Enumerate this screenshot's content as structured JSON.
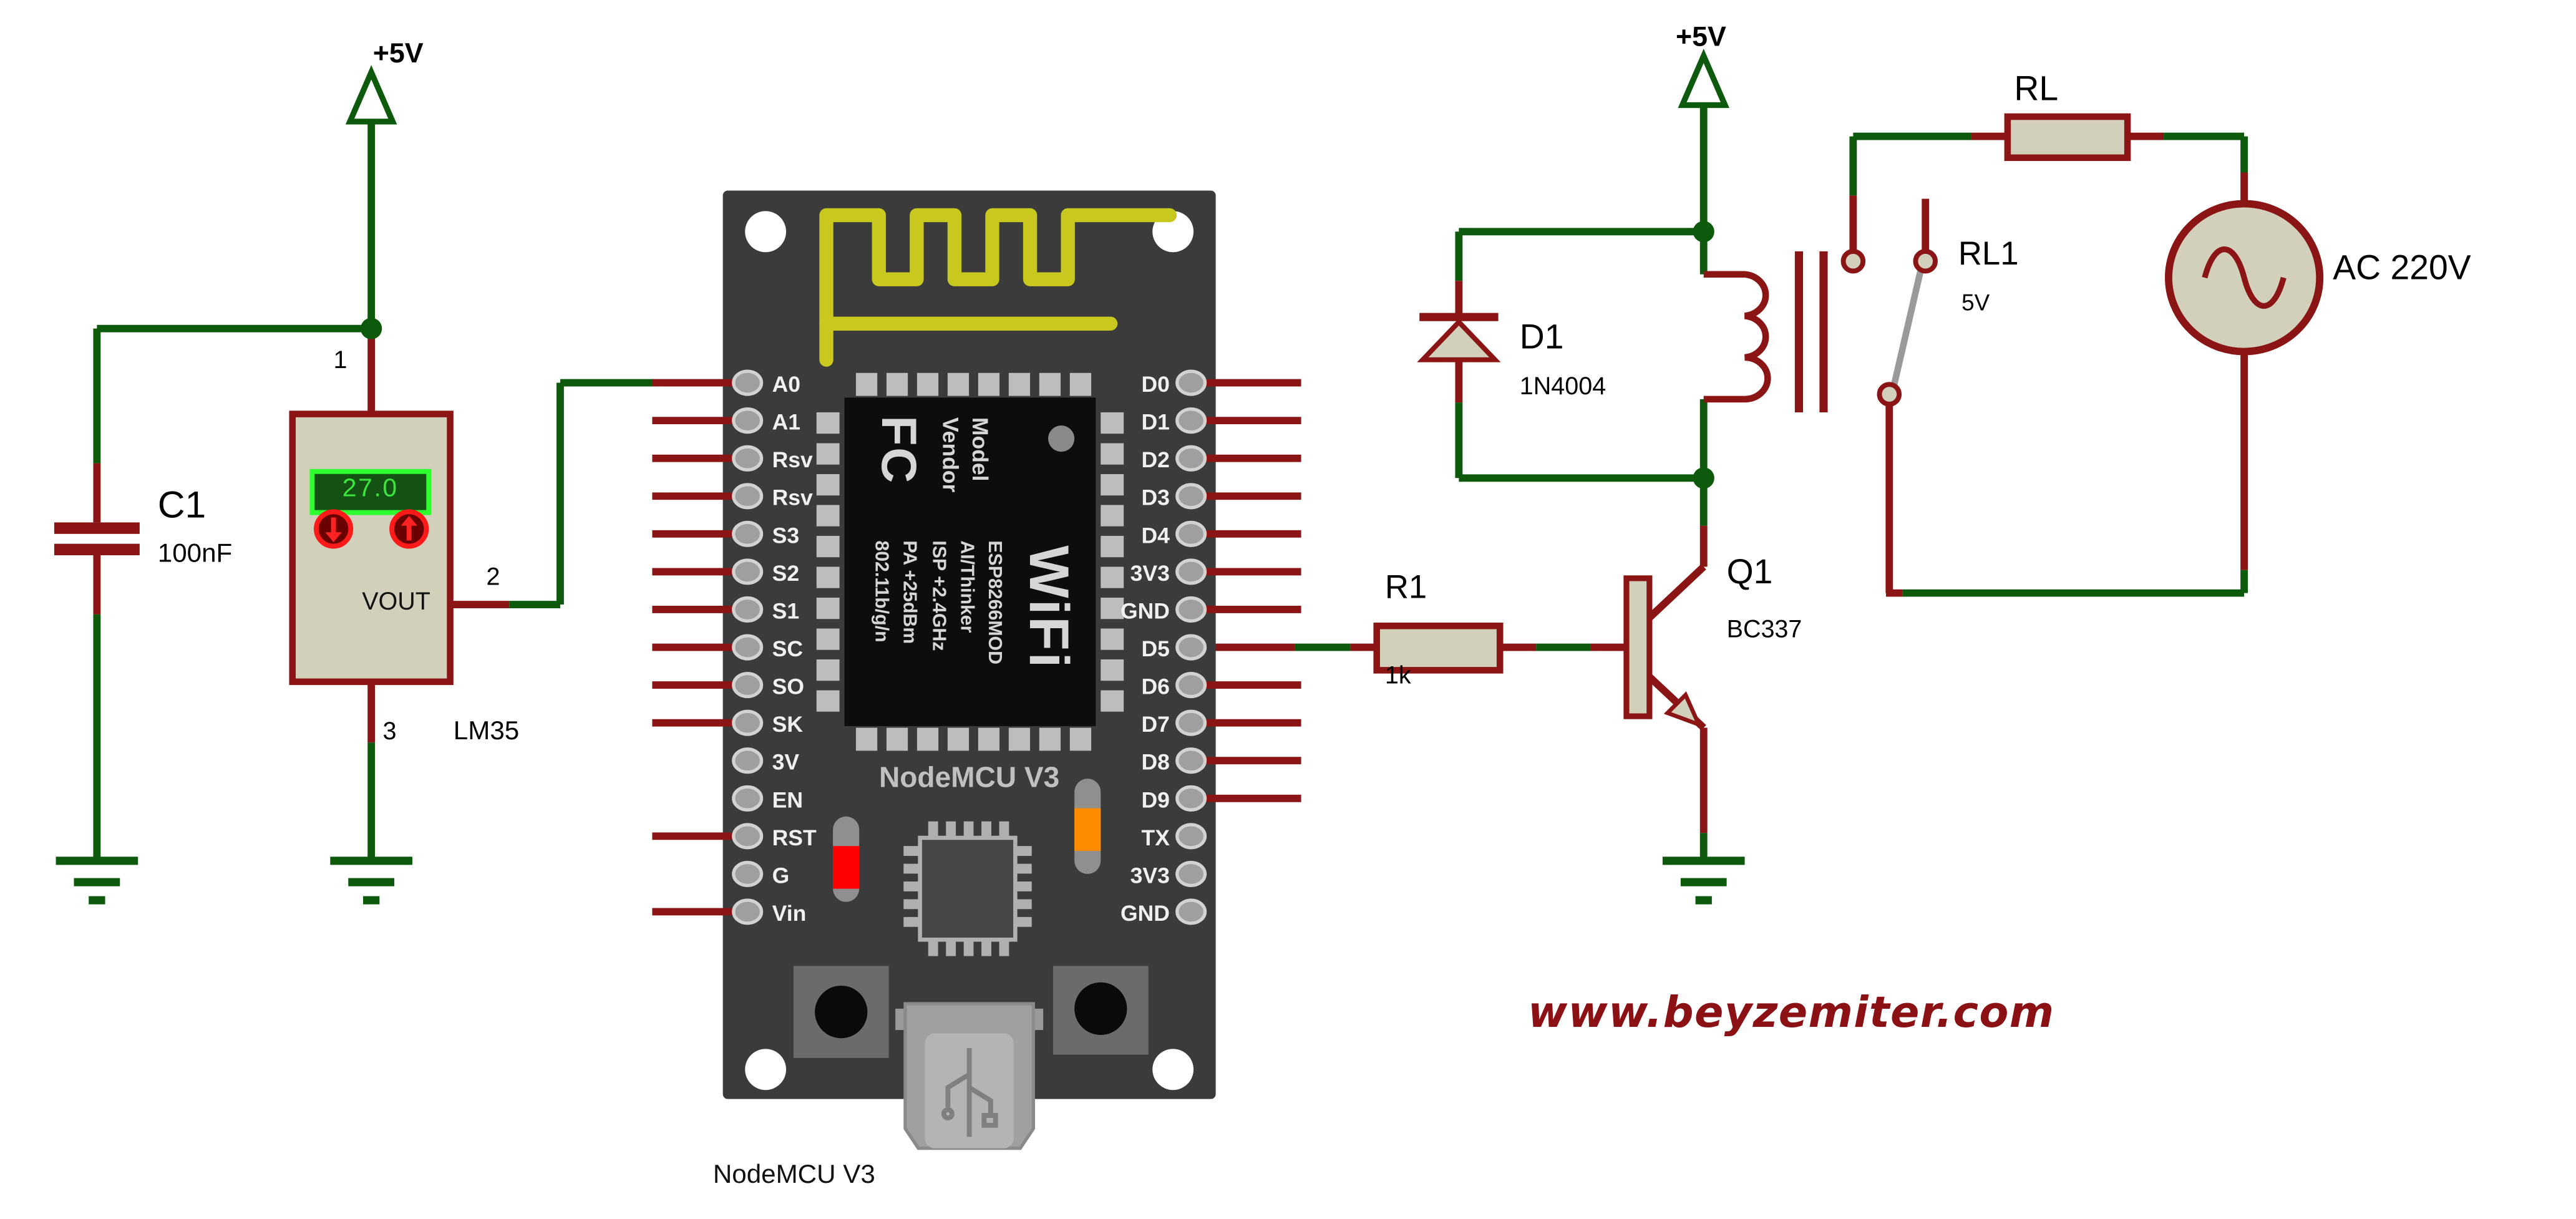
{
  "colors": {
    "wire_green": "#0d5a0d",
    "wire_red": "#8b1515",
    "component_fill_tan": "#d2cfba",
    "board_gray": "#3b3b3b",
    "antenna_yellow": "#c8c81e",
    "display_green": "#3ce53c",
    "led_red": "#ff0000",
    "led_orange": "#ff8c00",
    "watermark_red": "#8c1115"
  },
  "power": {
    "rail_left": "+5V",
    "rail_right": "+5V"
  },
  "capacitor": {
    "ref": "C1",
    "value": "100nF"
  },
  "lm35": {
    "display": "27.0",
    "vout": "VOUT",
    "ref": "LM35",
    "pin1": "1",
    "pin2": "2",
    "pin3": "3"
  },
  "nodemcu": {
    "board_label": "NodeMCU V3",
    "caption": "NodeMCU V3",
    "left_pins": [
      {
        "label": "A0",
        "stub": "red"
      },
      {
        "label": "A1",
        "stub": "red"
      },
      {
        "label": "Rsv",
        "stub": "red"
      },
      {
        "label": "Rsv",
        "stub": "red"
      },
      {
        "label": "S3",
        "stub": "red"
      },
      {
        "label": "S2",
        "stub": "red"
      },
      {
        "label": "S1",
        "stub": "red"
      },
      {
        "label": "SC",
        "stub": "red"
      },
      {
        "label": "SO",
        "stub": "red"
      },
      {
        "label": "SK",
        "stub": "red"
      },
      {
        "label": "3V",
        "stub": "none"
      },
      {
        "label": "EN",
        "stub": "none"
      },
      {
        "label": "RST",
        "stub": "red"
      },
      {
        "label": "G",
        "stub": "none"
      },
      {
        "label": "Vin",
        "stub": "red"
      }
    ],
    "right_pins": [
      {
        "label": "D0",
        "stub": "red"
      },
      {
        "label": "D1",
        "stub": "red"
      },
      {
        "label": "D2",
        "stub": "red"
      },
      {
        "label": "D3",
        "stub": "red"
      },
      {
        "label": "D4",
        "stub": "red"
      },
      {
        "label": "3V3",
        "stub": "red"
      },
      {
        "label": "GND",
        "stub": "red"
      },
      {
        "label": "D5",
        "stub": "wire"
      },
      {
        "label": "D6",
        "stub": "red"
      },
      {
        "label": "D7",
        "stub": "red"
      },
      {
        "label": "D8",
        "stub": "red"
      },
      {
        "label": "D9",
        "stub": "red"
      },
      {
        "label": "TX",
        "stub": "none"
      },
      {
        "label": "3V3",
        "stub": "none"
      },
      {
        "label": "GND",
        "stub": "none"
      }
    ],
    "chip": {
      "logo": "FC",
      "field_lines": "Model\nVendor",
      "spec_lines": "ESP8266MOD\nAI/Thinker\nISP +2.4GHz\nPA +25dBm\n802.11b/g/n",
      "wifi": "WiFi"
    }
  },
  "resistor_r1": {
    "ref": "R1",
    "value": "1k"
  },
  "transistor_q1": {
    "ref": "Q1",
    "value": "BC337"
  },
  "diode_d1": {
    "ref": "D1",
    "value": "1N4004"
  },
  "relay_rl1": {
    "ref": "RL1",
    "value": "5V"
  },
  "load_resistor": {
    "ref": "RL"
  },
  "ac_source": {
    "label": "AC 220V"
  },
  "watermark": "www.beyzemiter.com"
}
